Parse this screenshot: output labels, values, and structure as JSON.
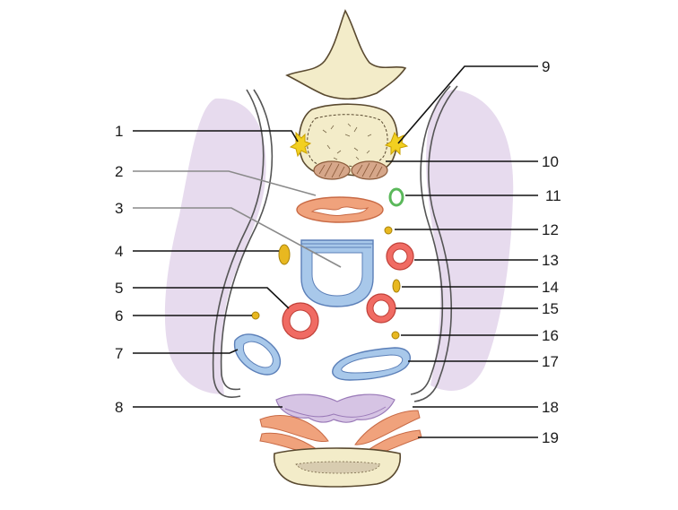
{
  "labels": {
    "left": [
      "1",
      "2",
      "3",
      "4",
      "5",
      "6",
      "7",
      "8"
    ],
    "right": [
      "9",
      "10",
      "11",
      "12",
      "13",
      "14",
      "15",
      "16",
      "17",
      "18",
      "19"
    ]
  },
  "colors": {
    "bone": "#f3ecc9",
    "bone_outline": "#6b5a3a",
    "muscle": "#f0a27c",
    "muscle_outline": "#c86a45",
    "artery": "#f06b63",
    "vein": "#a8c8ea",
    "vein_outline": "#5b7fb8",
    "nerve": "#e8b820",
    "lymph": "#7ccf7a",
    "lung": "#e8dced",
    "fascia_purple": "#c8a8d8"
  }
}
